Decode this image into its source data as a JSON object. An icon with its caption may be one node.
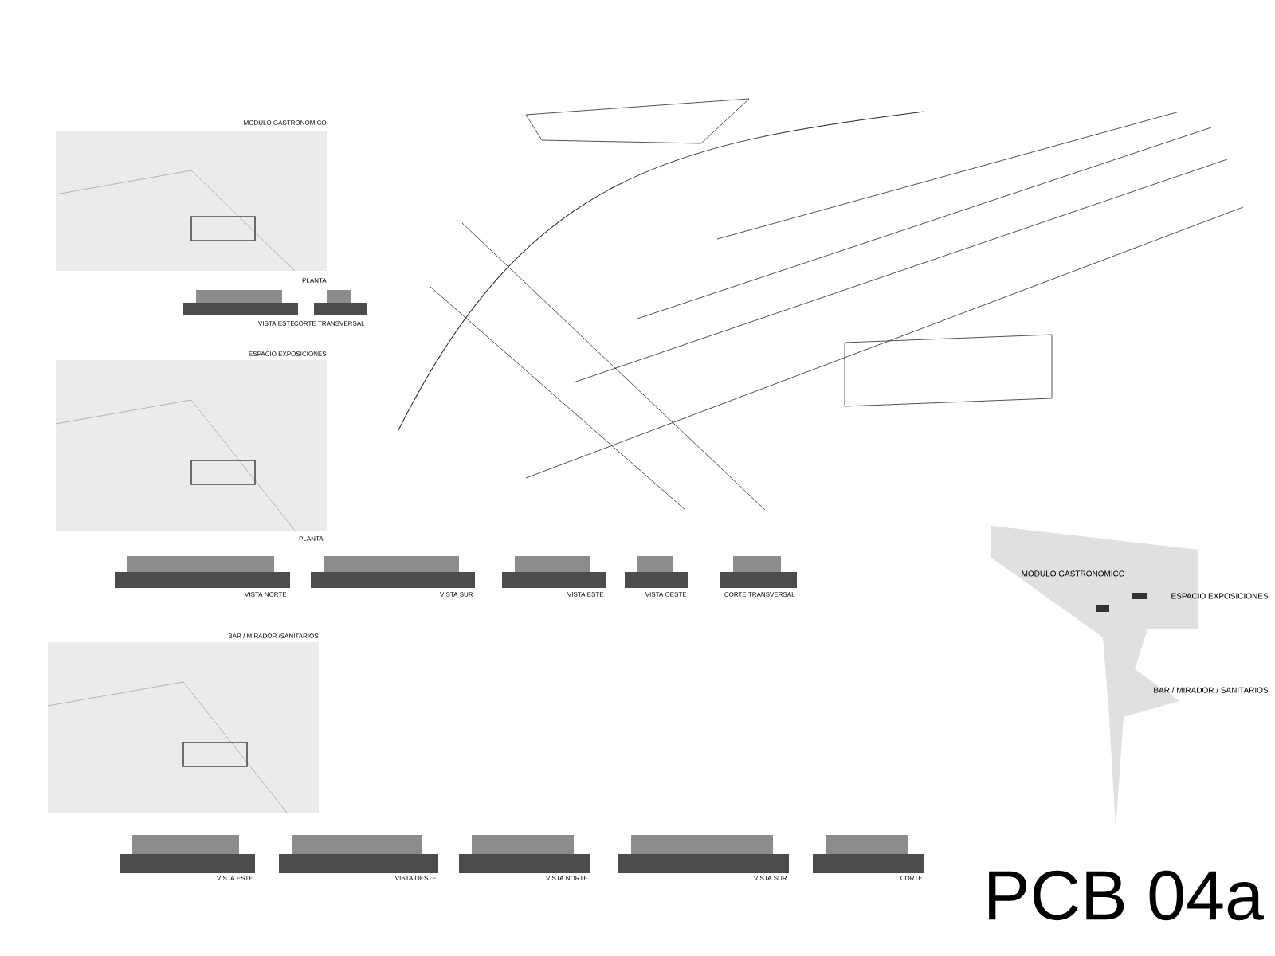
{
  "diagram": {
    "title": "PCB 04a",
    "labels": [
      "MODULO GASTRONOMICO",
      "PLANTA",
      "VISTA ESTE",
      "CORTE TRANSVERSAL",
      "ESPACIO EXPOSICIONES",
      "PLANTA",
      "VISTA NORTE",
      "VISTA SUR",
      "VISTA ESTE",
      "VISTA OESTE",
      "CORTE TRANSVERSAL",
      "BAR / MIRADOR /SANITARIOS",
      "VISTA ESTE",
      "VISTA OESTE",
      "VISTA NORTE",
      "VISTA SUR",
      "CORTE",
      "MODULO GASTRONOMICO",
      "ESPACIO EXPOSICIONES",
      "BAR / MIRADOR / SANITARIOS"
    ]
  }
}
